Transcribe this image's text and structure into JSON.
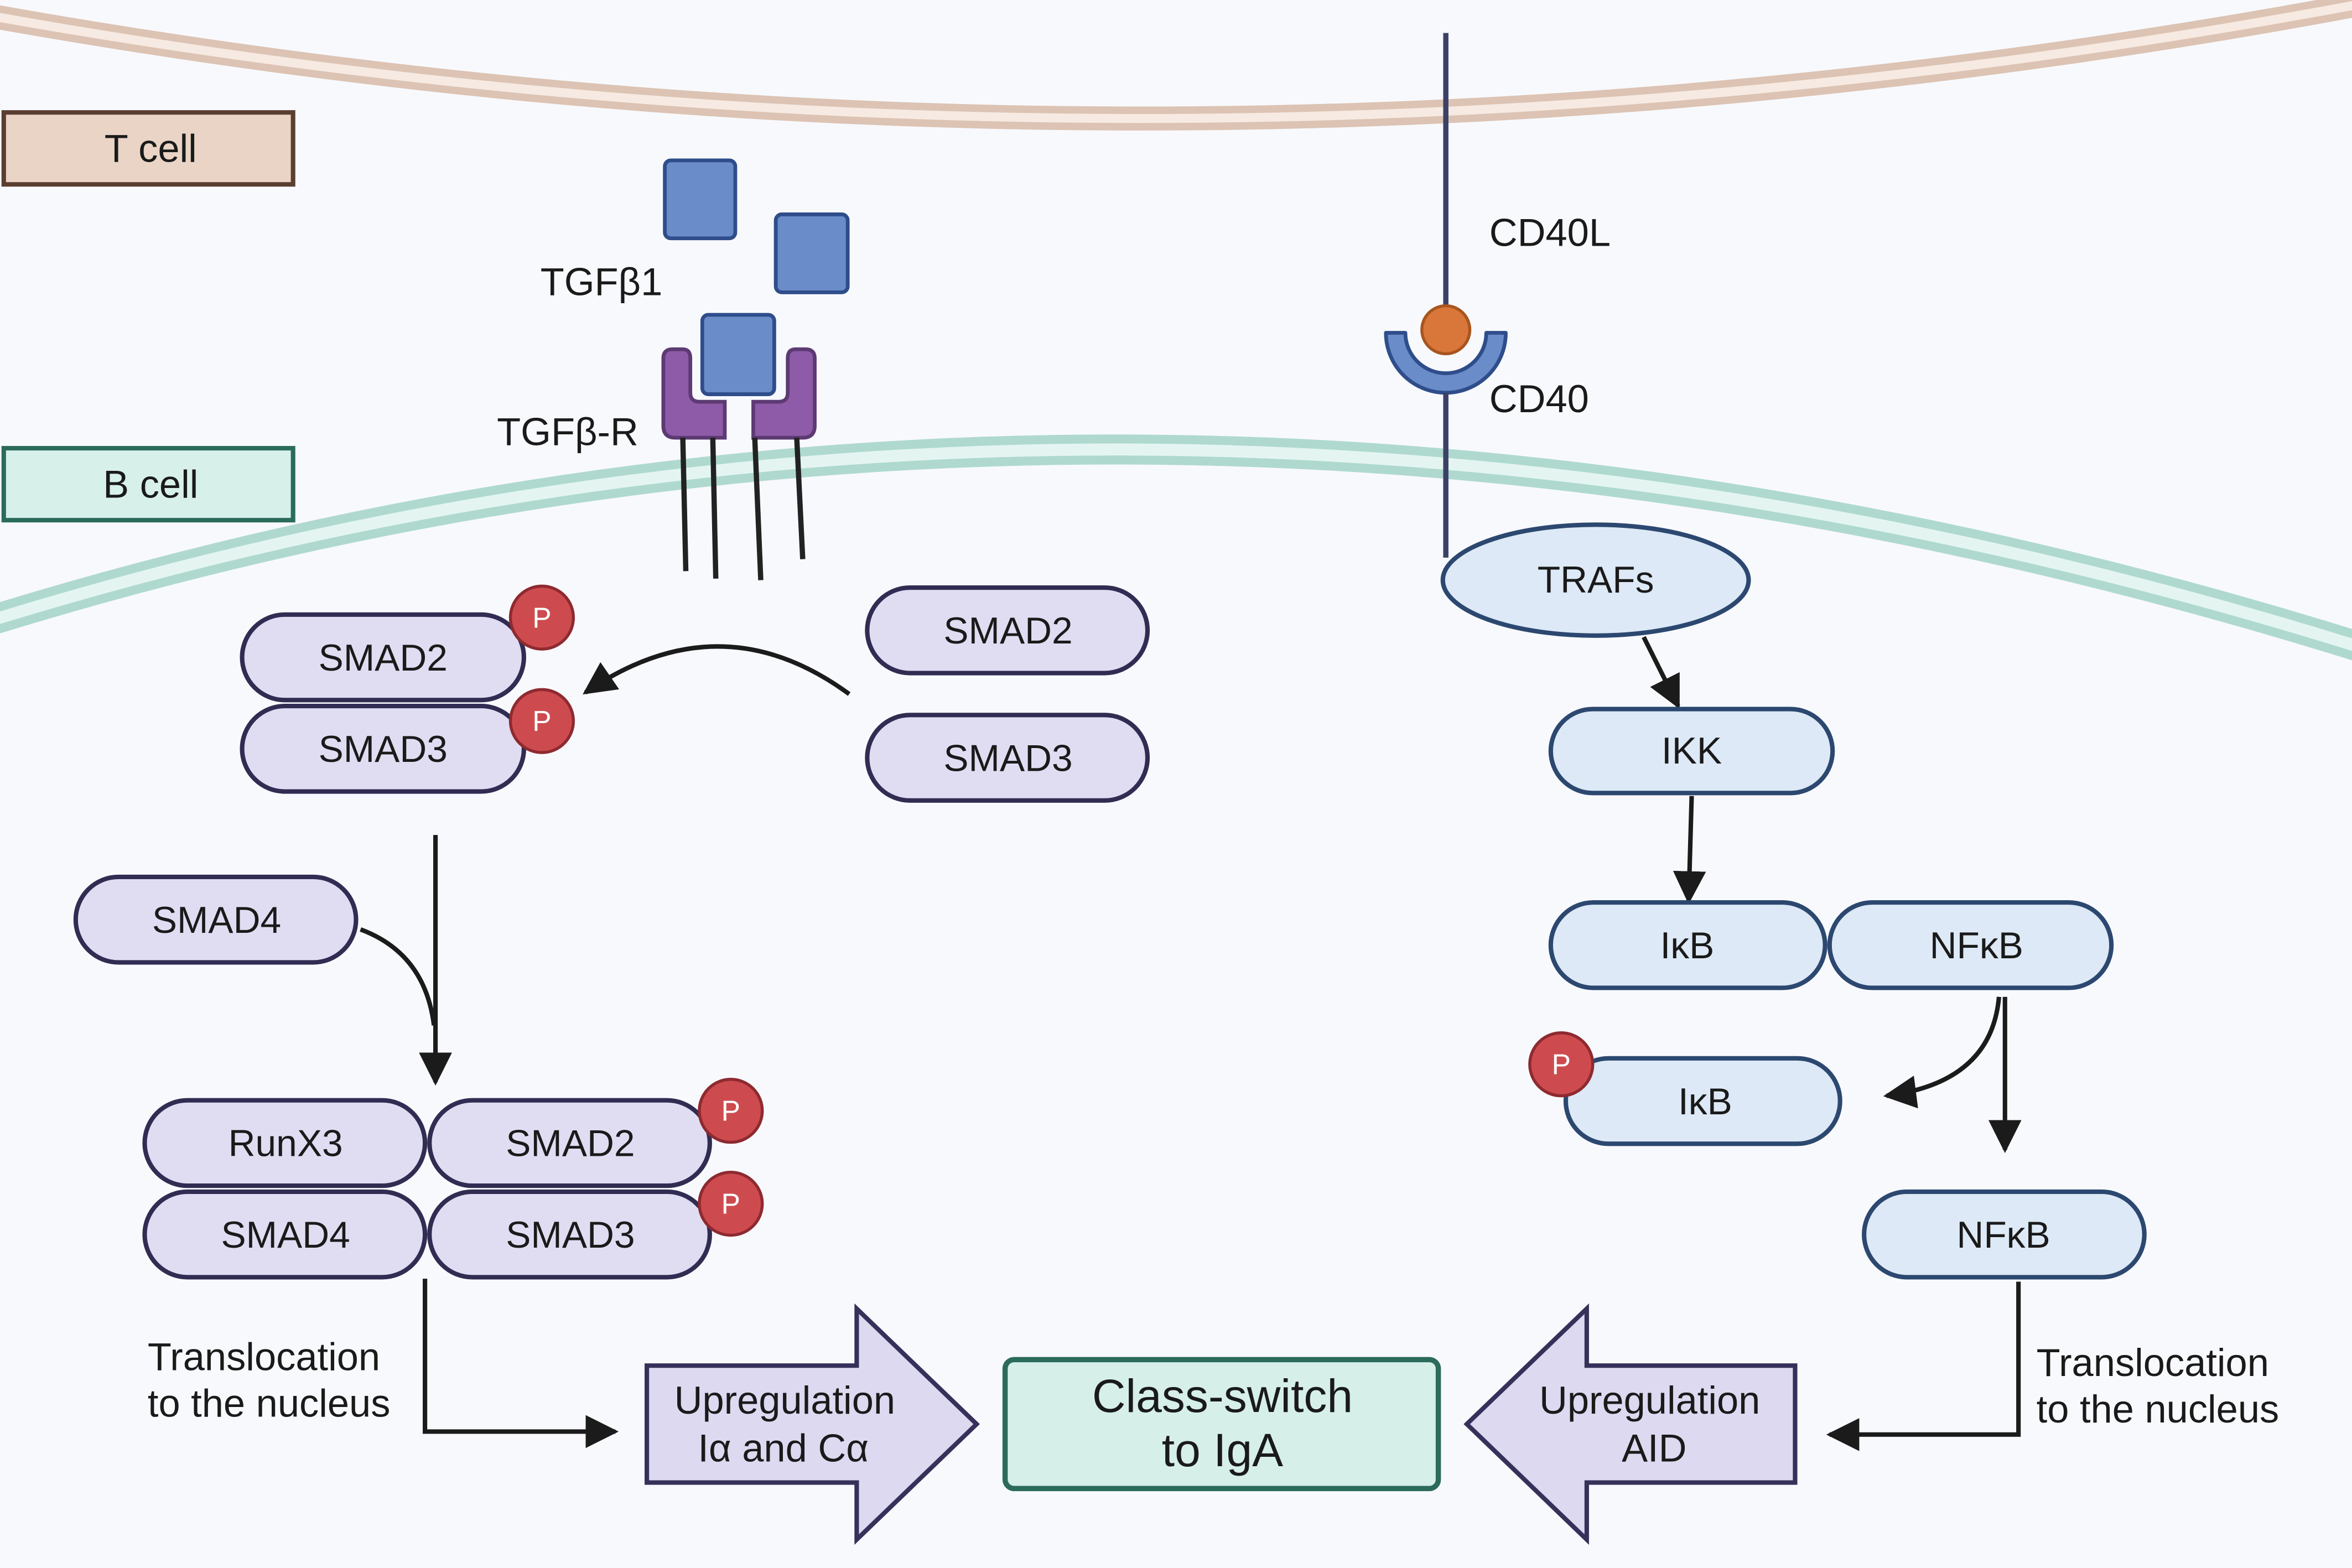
{
  "legend": {
    "t_cell": "T cell",
    "b_cell": "B cell"
  },
  "tgf_signaling": {
    "ligand": "TGFβ1",
    "receptor": "TGFβ-R",
    "phospho_smad2": "SMAD2",
    "phospho_smad3": "SMAD3",
    "smad2": "SMAD2",
    "smad3": "SMAD3",
    "smad4": "SMAD4",
    "complex": {
      "runx3": "RunX3",
      "smad2": "SMAD2",
      "smad4": "SMAD4",
      "smad3": "SMAD3"
    },
    "translocation": [
      "Translocation",
      "to the nucleus"
    ],
    "upregulation": [
      "Upregulation",
      "Iα and Cα"
    ]
  },
  "cd40_signaling": {
    "ligand": "CD40L",
    "receptor": "CD40",
    "trafs": "TRAFs",
    "ikk": "IKK",
    "ikb": "IκB",
    "nfkb": "NFκB",
    "phospho_ikb": "IκB",
    "nuclear_nfkb": "NFκB",
    "translocation": [
      "Translocation",
      "to the nucleus"
    ],
    "upregulation": [
      "Upregulation",
      "AID"
    ]
  },
  "outcome": [
    "Class-switch",
    "to IgA"
  ],
  "phospho_label": "P",
  "colors": {
    "background": "#f8f9fd",
    "smad_fill": "#e0ddf3",
    "nf_fill": "#dde9f6",
    "phospho_fill": "#cd4b4f",
    "ligand_fill": "#6a8cc9",
    "receptor_fill": "#8e5ba8",
    "cd40l_ball": "#d9773a",
    "outcome_fill": "#d6efe9",
    "t_cell_fill": "#e9d4c5",
    "upregulation_fill": "#dcd9f0"
  }
}
